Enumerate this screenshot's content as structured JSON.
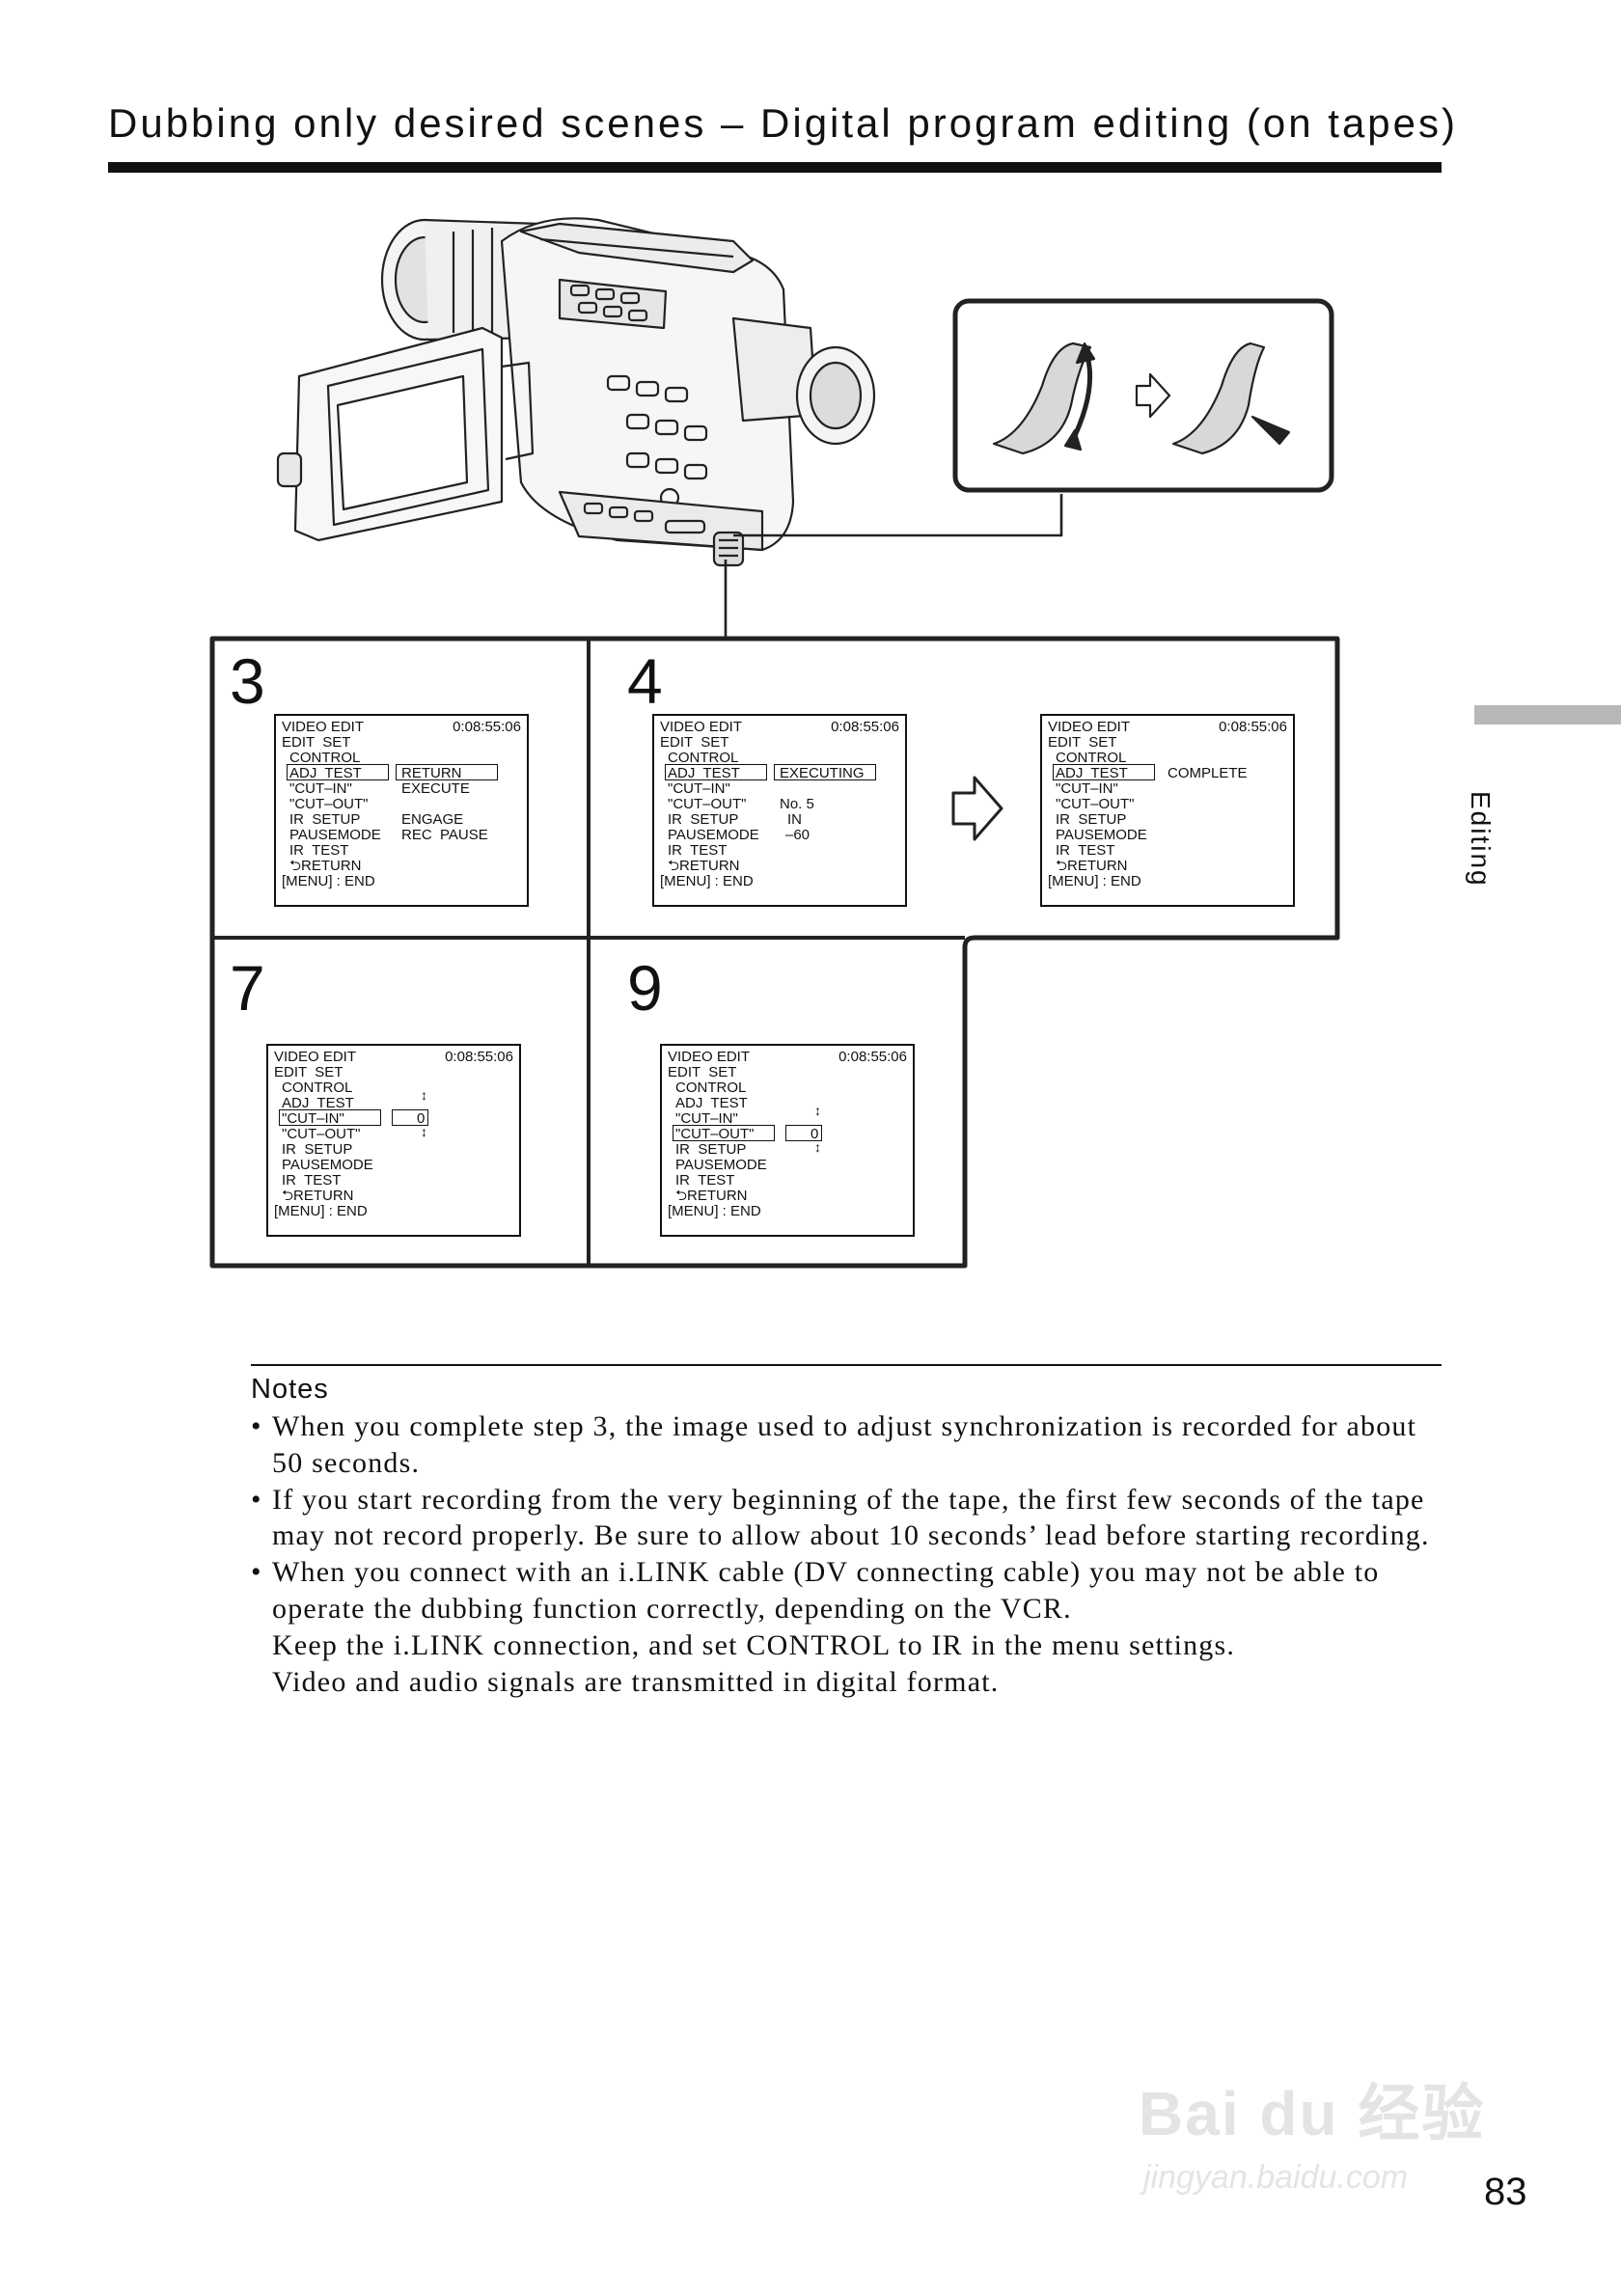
{
  "page": {
    "title": "Dubbing only desired scenes – Digital program editing (on tapes)",
    "side_tab": "Editing",
    "page_number": "83"
  },
  "steps": {
    "s3": "3",
    "s4": "4",
    "s7": "7",
    "s9": "9"
  },
  "screens": {
    "header": "VIDEO  EDIT",
    "timecode": "0:08:55:06",
    "menu_items": {
      "edit_set": "EDIT  SET",
      "control": "CONTROL",
      "adj_test": "ADJ  TEST",
      "cut_in": "\"CUT–IN\"",
      "cut_out": "\"CUT–OUT\"",
      "ir_setup": "IR  SETUP",
      "pausemode": "PAUSEMODE",
      "ir_test": "IR  TEST",
      "return": "RETURN",
      "menu_end": "[MENU] : END"
    },
    "step3": {
      "option_return": "RETURN",
      "option_execute": "EXECUTE",
      "option_engage": "ENGAGE",
      "option_rec_pause": "REC  PAUSE"
    },
    "step4": {
      "executing": "EXECUTING",
      "no": "No. 5",
      "in": "IN",
      "offset": "–60"
    },
    "complete": {
      "complete": "COMPLETE"
    },
    "step7": {
      "value": "0"
    },
    "step9": {
      "value": "0"
    }
  },
  "notes": {
    "heading": "Notes",
    "items": [
      "When you complete step 3, the image used to adjust synchronization is recorded for about 50 seconds.",
      "If you start recording from the very beginning of the tape, the first few seconds of the tape may not record properly. Be sure to allow about 10 seconds’ lead before starting recording.",
      "When you connect with an i.LINK cable (DV connecting cable) you may not be able to operate the dubbing function correctly, depending on the VCR."
    ],
    "extra_lines": [
      "Keep the i.LINK connection, and set CONTROL to IR in the menu settings.",
      "Video and audio signals are transmitted in digital format."
    ]
  },
  "watermark": {
    "brand": "Bai du 经验",
    "url": "jingyan.baidu.com"
  }
}
